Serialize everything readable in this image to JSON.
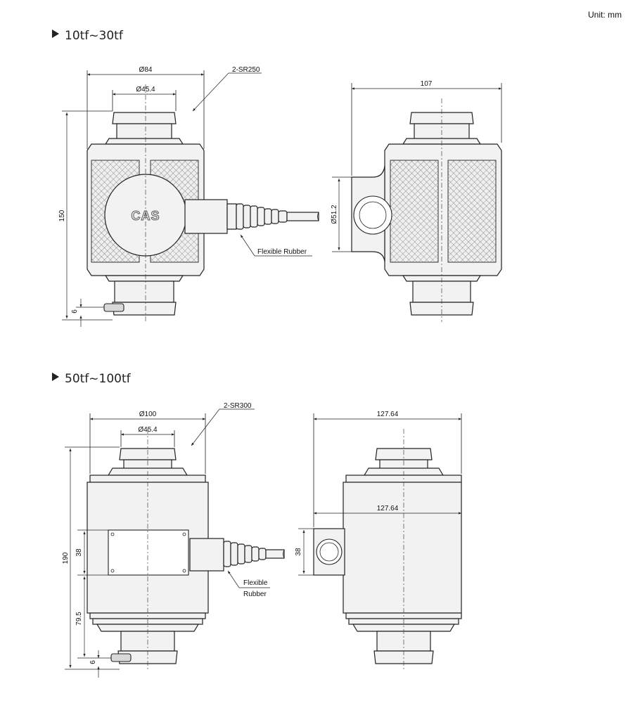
{
  "unit_label": "Unit: mm",
  "section1": {
    "heading": "10tf~30tf",
    "left": {
      "dia_outer": "Ø84",
      "dia_inner": "Ø45.4",
      "radius": "2-SR250",
      "height": "150",
      "bottom": "6",
      "logo": "CAS",
      "cable_label": "Flexible Rubber"
    },
    "right": {
      "width": "107",
      "hole_dia": "Ø51.2"
    }
  },
  "section2": {
    "heading": "50tf~100tf",
    "left": {
      "dia_outer": "Ø100",
      "dia_inner": "Ø45.4",
      "radius": "2-SR300",
      "height": "190",
      "plate": "38",
      "lower": "79.5",
      "bottom": "6",
      "cable_label_1": "Flexible",
      "cable_label_2": "Rubber"
    },
    "right": {
      "width_top": "127.64",
      "width_body": "127.64",
      "block": "38"
    }
  }
}
